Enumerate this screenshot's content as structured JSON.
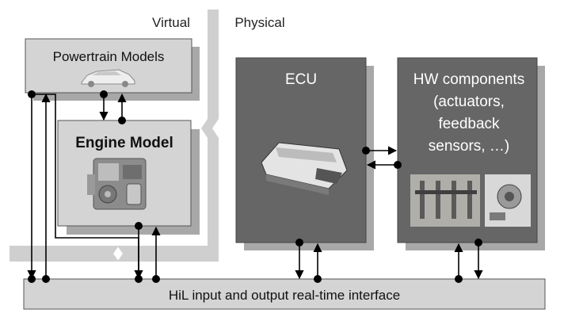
{
  "labels": {
    "virtual": "Virtual",
    "physical": "Physical",
    "powertrain": "Powertrain Models",
    "engine": "Engine Model",
    "ecu": "ECU",
    "hw_lines": [
      "HW components",
      "(actuators,",
      "feedback",
      "sensors, …)"
    ],
    "interface": "HiL input and output real-time interface"
  },
  "icons": {
    "car": "car-icon",
    "engine": "engine-icon",
    "ecu": "ecu-unit-icon",
    "injectors": "injector-photo-icon",
    "sensor": "sensor-photo-icon"
  },
  "colors": {
    "light_box": "#d4d4d4",
    "dark_box": "#666666",
    "shadow": "#a8a8a8",
    "divider": "#cfcfcf",
    "line": "#000000"
  }
}
